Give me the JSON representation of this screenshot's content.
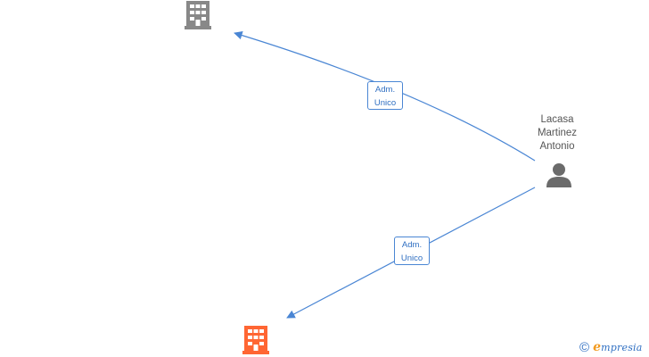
{
  "nodes": {
    "company_top": {
      "icon": "building-icon",
      "color": "#888888"
    },
    "company_bottom": {
      "icon": "building-icon",
      "color": "#ff6633"
    },
    "person": {
      "icon": "person-icon",
      "color": "#6b6b6b",
      "name_lines": [
        "Lacasa",
        "Martinez",
        "Antonio"
      ]
    }
  },
  "edges": [
    {
      "from": "person",
      "to": "company_top",
      "label_lines": [
        "Adm.",
        "Unico"
      ],
      "color": "#4a86d4"
    },
    {
      "from": "person",
      "to": "company_bottom",
      "label_lines": [
        "Adm.",
        "Unico"
      ],
      "color": "#4a86d4"
    }
  ],
  "brand": {
    "copyright_symbol": "©",
    "name_initial": "e",
    "name_rest": "mpresia"
  }
}
